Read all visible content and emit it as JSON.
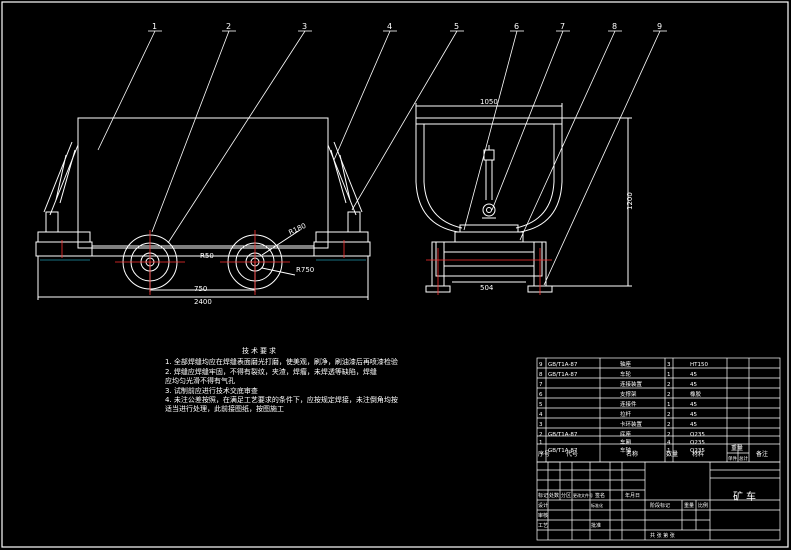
{
  "balloons": [
    "1",
    "2",
    "3",
    "4",
    "5",
    "6",
    "7",
    "8",
    "9"
  ],
  "dims": {
    "side_total": "2400",
    "side_wheelbase": "750",
    "side_r1": "R50",
    "side_r2": "R750",
    "side_r3": "R180",
    "front_width": "1050",
    "front_height": "1200",
    "front_base": "504"
  },
  "notes": {
    "title": "技术要求",
    "lines": [
      "1. 全部焊缝均应在焊缝表面磨光打磨，使美观，刷净，刷油漆后再喷漆检验",
      "2. 焊缝应焊缝牢固，不得有裂纹，夹渣，焊瘤，未焊透等缺陷，焊缝",
      "应均匀光滑不得有气孔",
      "3. 试制前应进行技术交底审查",
      "4. 未注公差按照，在满足工艺要求的条件下，应按规定焊接，未注倒角均按",
      "适当进行处理，此前接图纸，按图施工"
    ]
  },
  "parts": {
    "headers": [
      "序号",
      "代号",
      "名称",
      "数量",
      "材料",
      "单件",
      "总计",
      "备注"
    ],
    "weight_header": "重量",
    "rows": [
      {
        "no": "9",
        "code": "GB/T1A-87",
        "name": "轴座",
        "qty": "3",
        "mat": "HT150"
      },
      {
        "no": "8",
        "code": "GB/T1A-87",
        "name": "车轮",
        "qty": "1",
        "mat": "45"
      },
      {
        "no": "7",
        "code": "",
        "name": "连接装置",
        "qty": "2",
        "mat": "45"
      },
      {
        "no": "6",
        "code": "",
        "name": "支撑架",
        "qty": "2",
        "mat": "橡胶"
      },
      {
        "no": "5",
        "code": "",
        "name": "连接件",
        "qty": "1",
        "mat": "45"
      },
      {
        "no": "4",
        "code": "",
        "name": "拉杆",
        "qty": "2",
        "mat": "45"
      },
      {
        "no": "3",
        "code": "",
        "name": "卡环装置",
        "qty": "2",
        "mat": "45"
      },
      {
        "no": "2",
        "code": "GB/T1A-87",
        "name": "底座",
        "qty": "2",
        "mat": "Q235"
      },
      {
        "no": "1",
        "code": "",
        "name": "车厢",
        "qty": "4",
        "mat": "Q235"
      },
      {
        "no": "",
        "code": "GB/T1A-87",
        "name": "车轴",
        "qty": "1",
        "mat": "Q235"
      }
    ]
  },
  "title_block": {
    "drawing_title": "矿车",
    "mark_labels": [
      "标记",
      "处数",
      "分区",
      "更改文件号",
      "签名",
      "年月日"
    ],
    "role_labels": [
      "设计",
      "审核",
      "工艺"
    ],
    "std_label": "标准化",
    "approve_label": "批准",
    "stage_labels": [
      "阶段标记",
      "重量",
      "比例"
    ],
    "sheet_text": "共    张    第    张"
  }
}
